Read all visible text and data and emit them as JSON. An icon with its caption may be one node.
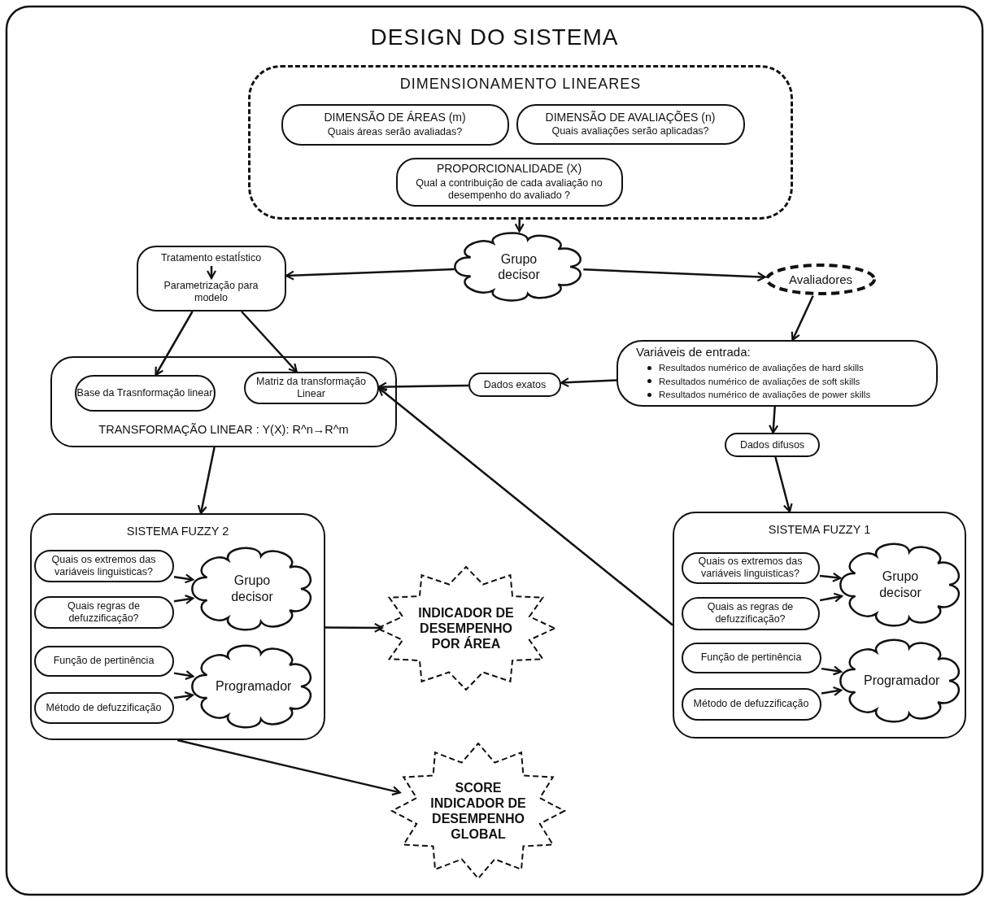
{
  "diagram": {
    "title": "DESIGN DO SISTEMA",
    "nodes": [
      {
        "text": [
          "DIMENSIONAMENTO LINEARES"
        ]
      },
      {
        "text": [
          "DIMENSÃO DE ÁREAS (m)",
          "Quais áreas serão avaliadas?"
        ],
        "in": 0
      },
      {
        "text": [
          "DIMENSÃO DE AVALIAÇÕES (n)",
          "Quais avaliações serão aplicadas?"
        ],
        "in": 0
      },
      {
        "text": [
          "PROPORCIONALIDADE (X)",
          "Qual a contribuição de cada avaliação no desempenho do avaliado ?"
        ],
        "in": 0
      },
      {
        "text": [
          "Grupo decisor"
        ]
      },
      {
        "text": [],
        "shape": "box"
      },
      {
        "text": [
          "Tratamento estatÍstico"
        ],
        "in": 5
      },
      {
        "text": [
          "Parametrização para modelo"
        ],
        "in": 5
      },
      {
        "text": [
          "Avaliadores"
        ]
      },
      {
        "text": [
          "TRANSFORMAÇÃO LINEAR : Y(X): R^n→R^m"
        ]
      },
      {
        "text": [
          "Base da Trasnformação linear"
        ],
        "in": 9
      },
      {
        "text": [
          "Matriz da transformação Linear"
        ],
        "in": 9
      },
      {
        "text": [
          "Dados exatos"
        ]
      },
      {
        "text": [
          "Variáveis de entrada:",
          "Resultados numérico de avaliações de hard skills",
          "Resultados numérico de avaliações de soft skills",
          "Resultados numérico de avaliações de power skills"
        ]
      },
      {
        "text": [
          "Dados difusos"
        ]
      },
      {
        "text": [
          "SISTEMA FUZZY 2"
        ]
      },
      {
        "text": [
          "Quais os extremos das variáveis linguisticas?"
        ],
        "in": 15
      },
      {
        "text": [
          "Quais regras de defuzzificação?"
        ],
        "in": 15
      },
      {
        "text": [
          "Grupo decisor"
        ],
        "in": 15
      },
      {
        "text": [
          "Função de pertinência"
        ],
        "in": 15
      },
      {
        "text": [
          "Método de defuzzificação"
        ],
        "in": 15
      },
      {
        "text": [
          "Programador"
        ],
        "in": 15
      },
      {
        "text": [
          "SISTEMA FUZZY 1"
        ]
      },
      {
        "text": [
          "Quais os extremos das variáveis linguisticas?"
        ],
        "in": 22
      },
      {
        "text": [
          "Quais as regras de defuzzificação?"
        ],
        "in": 22
      },
      {
        "text": [
          "Grupo decisor"
        ],
        "in": 22
      },
      {
        "text": [
          "Função de pertinência"
        ],
        "in": 22
      },
      {
        "text": [
          "Método de defuzzificação"
        ],
        "in": 22
      },
      {
        "text": [
          "Programador"
        ],
        "in": 22
      },
      {
        "text": [
          "INDICADOR DE DESEMPENHO POR ÁREA"
        ]
      },
      {
        "text": [
          "SCORE INDICADOR DE DESEMPENHO GLOBAL"
        ]
      }
    ],
    "edges": [
      {
        "from": 0,
        "to": 4,
        "arrow": "to"
      },
      {
        "from": 4,
        "to": 5,
        "arrow": "to"
      },
      {
        "from": 4,
        "to": 8,
        "arrow": "to"
      },
      {
        "from": 6,
        "to": 7,
        "arrow": "to"
      },
      {
        "from": 5,
        "to": 10,
        "arrow": "to"
      },
      {
        "from": 5,
        "to": 11,
        "arrow": "to"
      },
      {
        "from": 8,
        "to": 13,
        "arrow": "to"
      },
      {
        "from": 13,
        "to": 12,
        "arrow": "to"
      },
      {
        "from": 12,
        "to": 11,
        "arrow": "to"
      },
      {
        "from": 13,
        "to": 14,
        "arrow": "to"
      },
      {
        "from": 14,
        "to": 22,
        "arrow": "to"
      },
      {
        "from": 22,
        "to": 11,
        "arrow": "to"
      },
      {
        "from": 9,
        "to": 15,
        "arrow": "to"
      },
      {
        "from": 15,
        "to": 29,
        "arrow": "to"
      },
      {
        "from": 15,
        "to": 30,
        "arrow": "to"
      },
      {
        "from": 16,
        "to": 18,
        "arrow": "to"
      },
      {
        "from": 17,
        "to": 18,
        "arrow": "to"
      },
      {
        "from": 19,
        "to": 21,
        "arrow": "to"
      },
      {
        "from": 20,
        "to": 21,
        "arrow": "to"
      },
      {
        "from": 23,
        "to": 25,
        "arrow": "to"
      },
      {
        "from": 24,
        "to": 25,
        "arrow": "to"
      },
      {
        "from": 26,
        "to": 28,
        "arrow": "to"
      },
      {
        "from": 27,
        "to": 28,
        "arrow": "to"
      }
    ]
  }
}
